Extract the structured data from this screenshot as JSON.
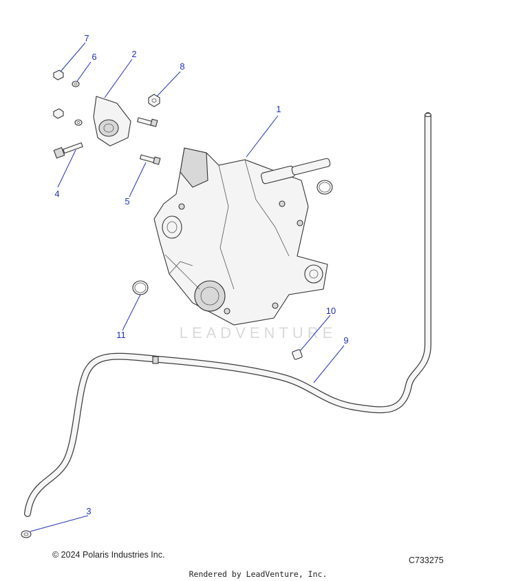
{
  "watermark": "LEADVENTURE",
  "callouts": [
    {
      "label": "1"
    },
    {
      "label": "2"
    },
    {
      "label": "3"
    },
    {
      "label": "4"
    },
    {
      "label": "5"
    },
    {
      "label": "6"
    },
    {
      "label": "7"
    },
    {
      "label": "8"
    },
    {
      "label": "9"
    },
    {
      "label": "10"
    },
    {
      "label": "11"
    }
  ],
  "footer": {
    "copyright": "© 2024 Polaris Industries Inc.",
    "diagram_id": "C733275",
    "rendered_by": "Rendered by LeadVenture, Inc."
  },
  "colors": {
    "callout": "#1f2fb8",
    "line_art": "#333333",
    "background": "#ffffff"
  }
}
